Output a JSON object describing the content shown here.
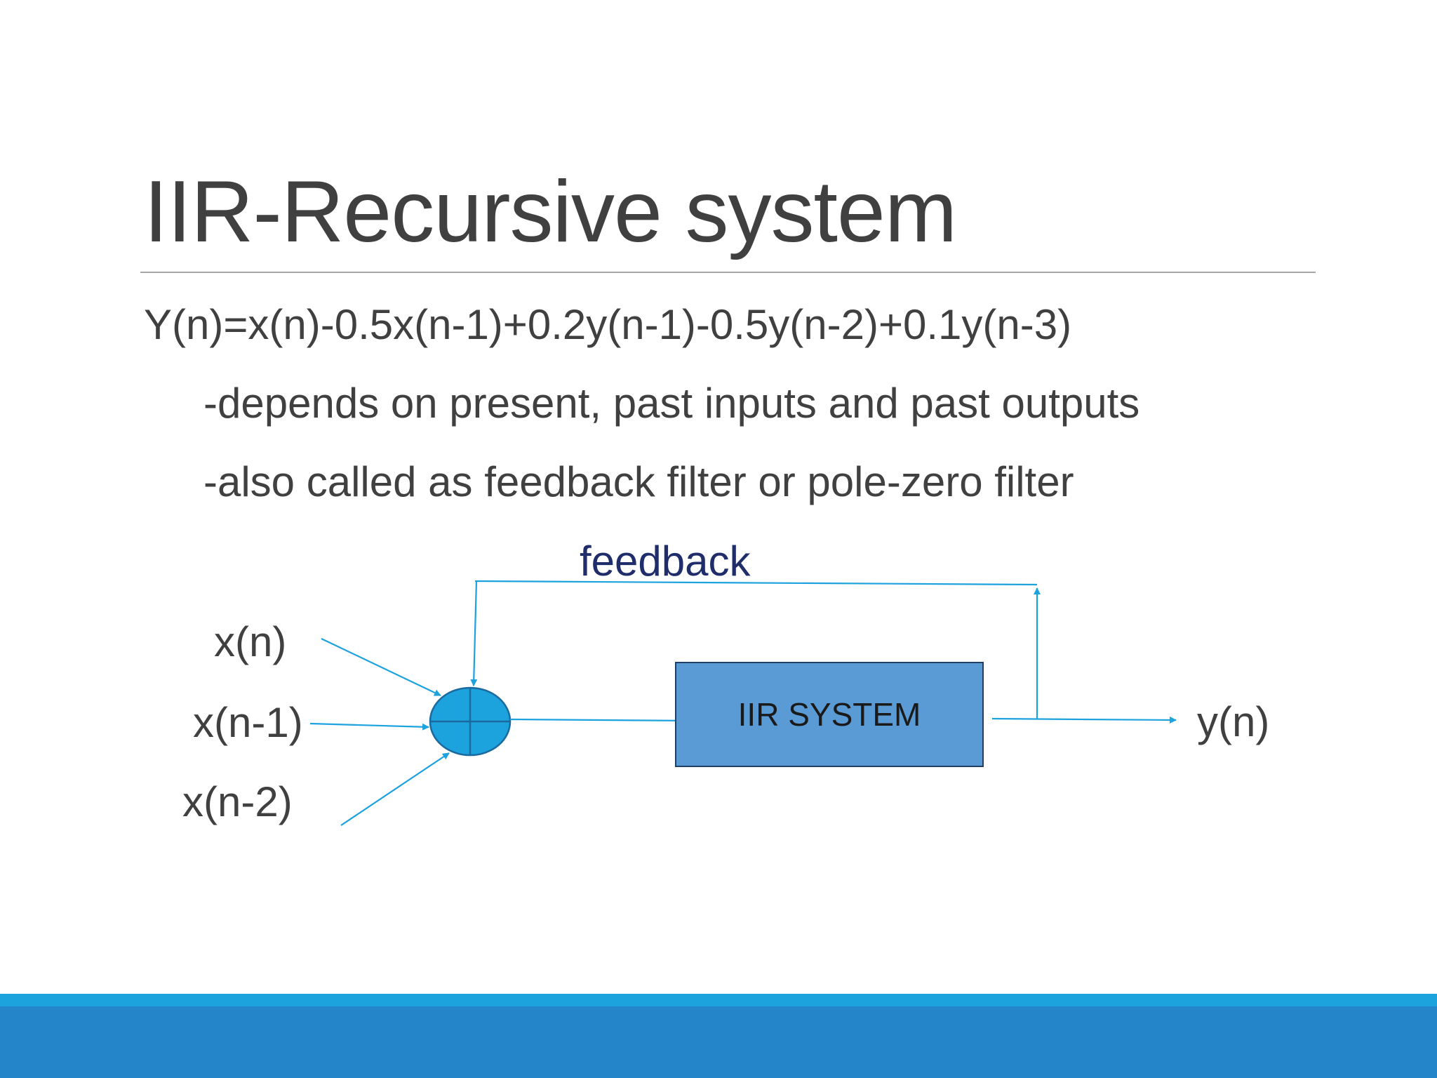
{
  "slide": {
    "title": "IIR-Recursive system",
    "equation": "Y(n)=x(n)-0.5x(n-1)+0.2y(n-1)-0.5y(n-2)+0.1y(n-3)",
    "bullets": [
      "-depends on present, past inputs and past outputs",
      "-also called as feedback filter or pole-zero filter"
    ]
  },
  "diagram": {
    "feedback_label": "feedback",
    "inputs": [
      "x(n)",
      "x(n-1)",
      "x(n-2)"
    ],
    "system_label": "IIR SYSTEM",
    "output": "y(n)",
    "colors": {
      "line": "#1ca2dd",
      "adder_fill": "#1ca2dd",
      "adder_stroke": "#1a6aa0",
      "system_fill": "#5b9bd5",
      "system_stroke": "#1f3f66",
      "feedback_text": "#1f2d6b"
    }
  },
  "footer": {
    "colors": {
      "light": "#1ca2dd",
      "dark": "#2486c8"
    }
  }
}
